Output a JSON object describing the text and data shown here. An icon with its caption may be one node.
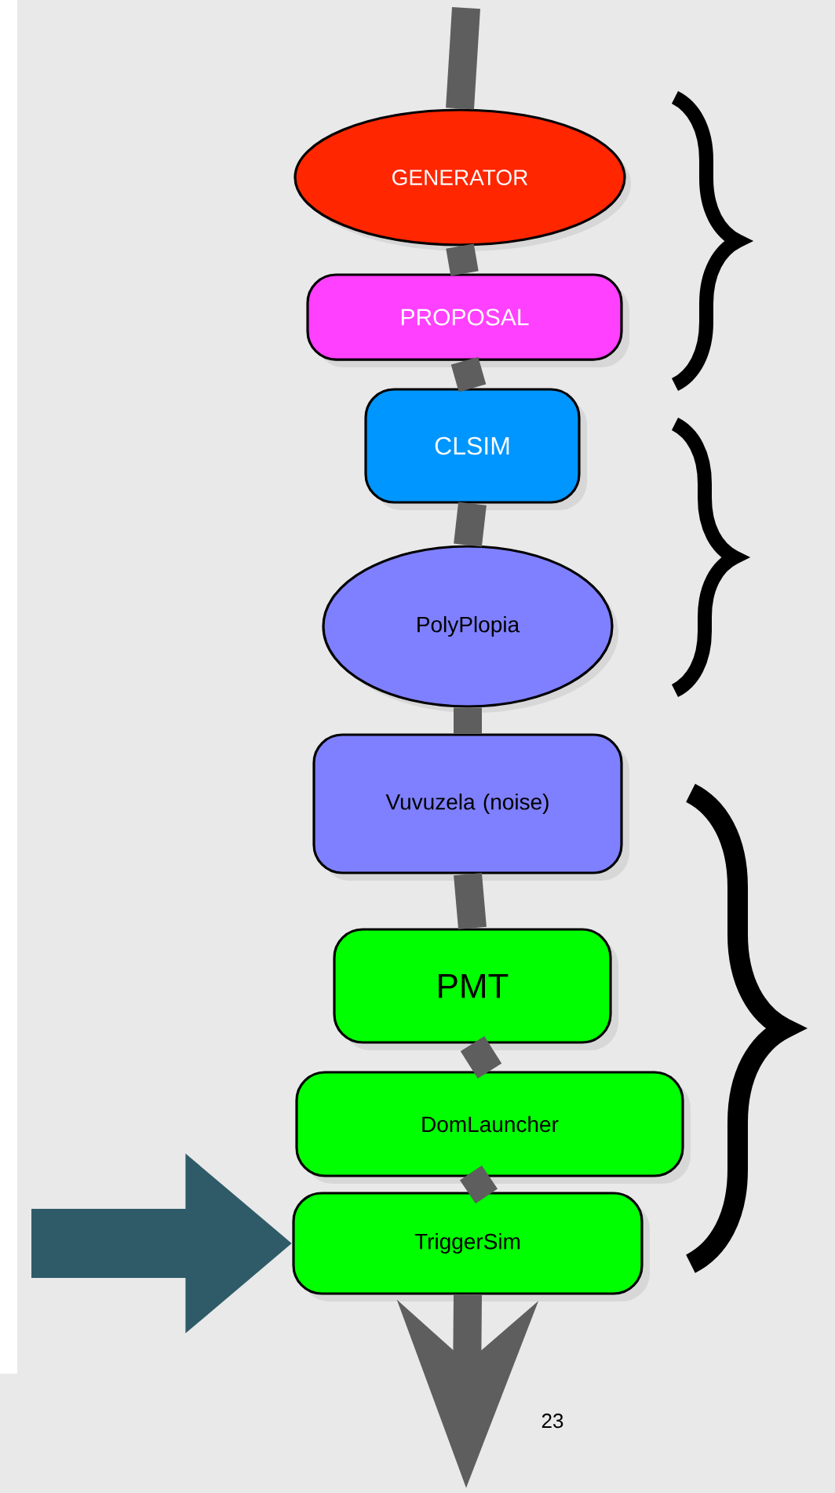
{
  "diagram": {
    "nodes": [
      {
        "text": [
          "GENERATOR"
        ]
      },
      {
        "text": [
          "PROPOSAL"
        ]
      },
      {
        "text": [
          "CLSIM"
        ]
      },
      {
        "text": [
          "PolyPlopia"
        ]
      },
      {
        "text": [
          "Vuvuzela (noise)"
        ]
      },
      {
        "text": [
          "PMT"
        ]
      },
      {
        "text": [
          "DomLauncher"
        ]
      },
      {
        "text": [
          "TriggerSim"
        ]
      }
    ],
    "edges": [
      {
        "from": null,
        "to": 0,
        "arrow": "none"
      },
      {
        "from": 0,
        "to": 1,
        "arrow": "none"
      },
      {
        "from": 1,
        "to": 2,
        "arrow": "none"
      },
      {
        "from": 2,
        "to": 3,
        "arrow": "none"
      },
      {
        "from": 3,
        "to": 4,
        "arrow": "none"
      },
      {
        "from": 4,
        "to": 5,
        "arrow": "none"
      },
      {
        "from": 5,
        "to": 6,
        "arrow": "none"
      },
      {
        "from": 6,
        "to": 7,
        "arrow": "none"
      },
      {
        "from": 7,
        "to": null,
        "arrow": "to"
      },
      {
        "from": null,
        "to": 7,
        "arrow": "to",
        "style": "thick",
        "color": "#2f5b68"
      }
    ],
    "labels": [
      "23"
    ]
  }
}
